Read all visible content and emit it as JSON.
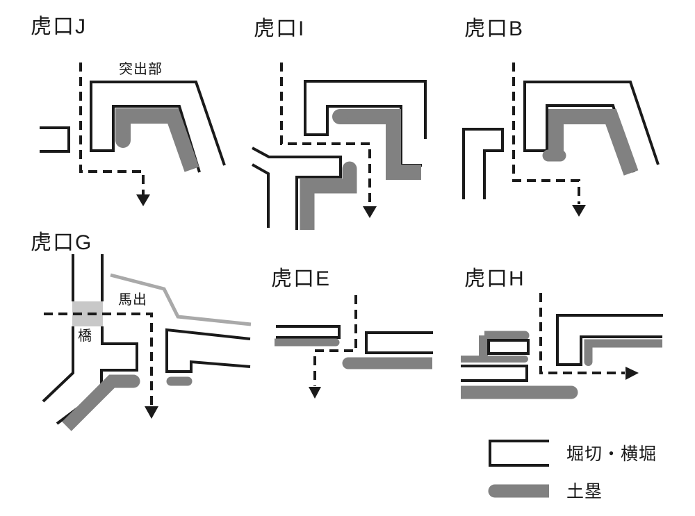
{
  "figure": {
    "background": "#ffffff",
    "colors": {
      "bg": "#ffffff",
      "outline": "#1a1a1a",
      "earthwork": "#818181",
      "bridge_fill": "#c8c8c8",
      "slope_line": "#a9a9a9"
    },
    "panels": {
      "j": {
        "title": "虎口J",
        "label_protrusion": "突出部"
      },
      "i": {
        "title": "虎口I"
      },
      "b": {
        "title": "虎口B"
      },
      "g": {
        "title": "虎口G",
        "label_umadashi": "馬出",
        "label_bridge": "橋"
      },
      "e": {
        "title": "虎口E"
      },
      "h": {
        "title": "虎口H"
      }
    },
    "legend": {
      "moat_label": "堀切・横堀",
      "earthwork_label": "土塁"
    }
  }
}
